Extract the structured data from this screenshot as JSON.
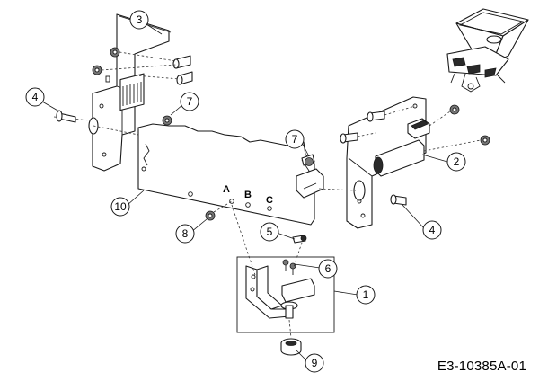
{
  "drawing_code": "E3-10385A-01",
  "position_letters": [
    "A",
    "B",
    "C"
  ],
  "callouts": [
    {
      "id": "c1",
      "label": "1"
    },
    {
      "id": "c2",
      "label": "2"
    },
    {
      "id": "c3",
      "label": "3"
    },
    {
      "id": "c4a",
      "label": "4"
    },
    {
      "id": "c4b",
      "label": "4"
    },
    {
      "id": "c5",
      "label": "5"
    },
    {
      "id": "c6",
      "label": "6"
    },
    {
      "id": "c7a",
      "label": "7"
    },
    {
      "id": "c7b",
      "label": "7"
    },
    {
      "id": "c8",
      "label": "8"
    },
    {
      "id": "c9",
      "label": "9"
    },
    {
      "id": "c10",
      "label": "10"
    }
  ]
}
